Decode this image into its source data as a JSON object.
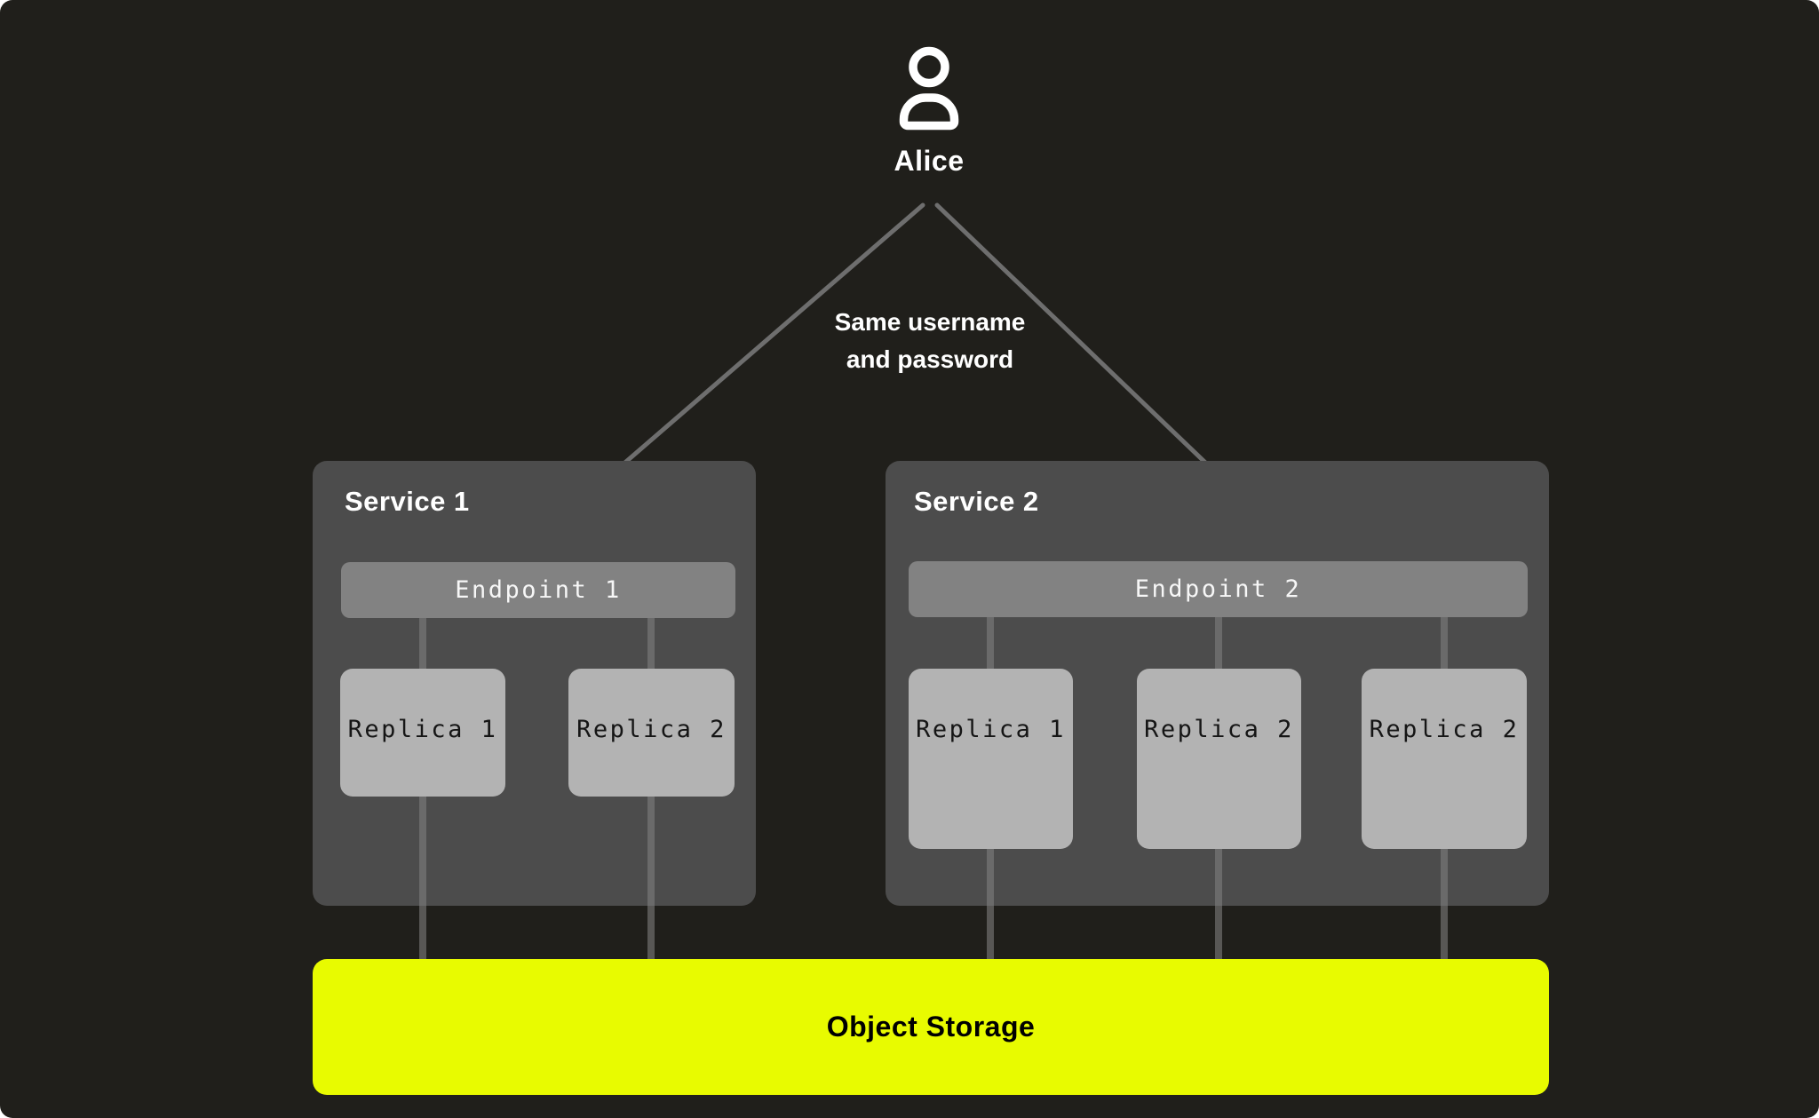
{
  "canvas": {
    "background_color": "#201F1B",
    "outer_background_color": "#FFFFFF"
  },
  "user": {
    "name": "Alice",
    "icon": "person-icon"
  },
  "annotation": {
    "line1": "Same username",
    "line2": "and password"
  },
  "services": [
    {
      "title": "Service 1",
      "endpoint": "Endpoint 1",
      "replicas": [
        "Replica 1",
        "Replica 2"
      ]
    },
    {
      "title": "Service 2",
      "endpoint": "Endpoint 2",
      "replicas": [
        "Replica 1",
        "Replica 2",
        "Replica 2"
      ]
    }
  ],
  "storage": {
    "label": "Object Storage",
    "color": "#E8FB00"
  },
  "colors": {
    "service_box": "#4C4C4C",
    "endpoint_bar": "#828282",
    "replica_box": "#B3B3B3",
    "arrow": "#6E6E6E"
  }
}
